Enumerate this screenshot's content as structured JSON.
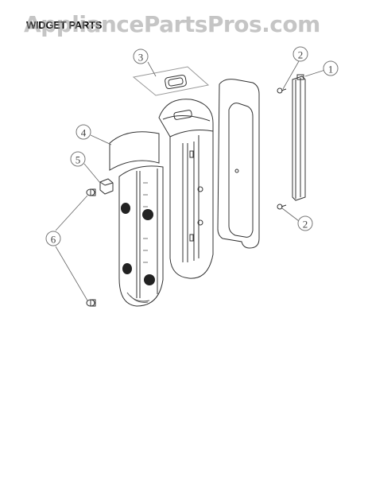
{
  "header": {
    "title": "WIDGET PARTS",
    "watermark": "AppliancePartsPros.com"
  },
  "callouts": [
    {
      "label": "1"
    },
    {
      "label": "2"
    },
    {
      "label": "2"
    },
    {
      "label": "3"
    },
    {
      "label": "4"
    },
    {
      "label": "5"
    },
    {
      "label": "6"
    }
  ],
  "colors": {
    "line": "#333333",
    "callout": "#777777",
    "dots": "#222222",
    "background": "#ffffff"
  }
}
